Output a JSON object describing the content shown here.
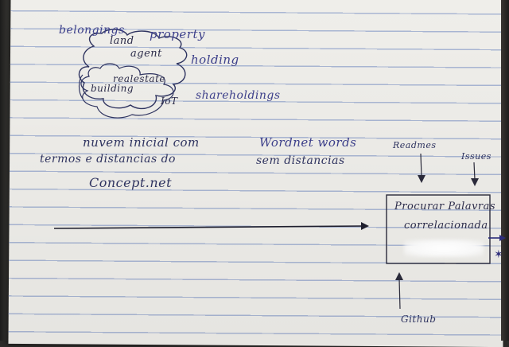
{
  "cloud": {
    "words": [
      "belongings",
      "land",
      "property",
      "agent",
      "holding",
      "realestate",
      "building",
      "IoT",
      "shareholdings"
    ]
  },
  "notes": {
    "line1_left": "nuvem inicial com",
    "line1_right": "Wordnet words",
    "line2_left": "termos e distancias do",
    "line2_right": "sem distancias",
    "line3": "Concept.net"
  },
  "box": {
    "line1": "Procurar Palavras",
    "line2": "correlacionada"
  },
  "labels": {
    "readmes": "Readmes",
    "issues": "Issues",
    "github": "Github"
  }
}
